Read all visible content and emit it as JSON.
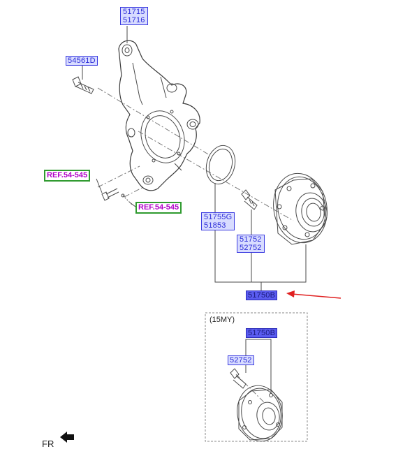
{
  "parts": {
    "knuckle": [
      "51715",
      "51716"
    ],
    "bolt": "54561D",
    "ref_left": "REF.54-545",
    "ref_right": "REF.54-545",
    "seal": [
      "51755G",
      "51853"
    ],
    "hub_bolt": [
      "51752",
      "52752"
    ],
    "hub_assembly": "51750B"
  },
  "variant": {
    "label": "(15MY)",
    "hub_assembly": "51750B",
    "hub_bolt": "52752"
  },
  "front_indicator": "FR",
  "colors": {
    "tag_border": "#3a3ae0",
    "tag_fill": "#d8dcff",
    "ref_text": "#b000c8",
    "ref_border": "#2f9a2f",
    "arrow": "#e02020"
  }
}
